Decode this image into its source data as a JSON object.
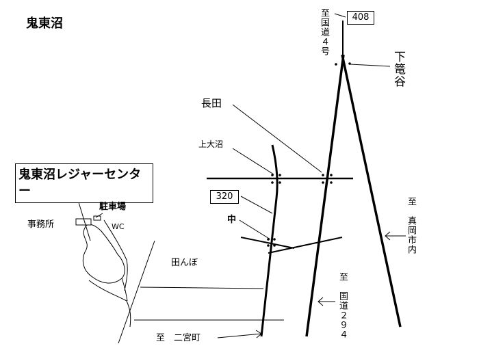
{
  "map": {
    "title": "鬼東沼",
    "leisure_center": "鬼東沼レジャーセンター",
    "parking": "駐車場",
    "office": "事務所",
    "wc": "WC",
    "rice_field": "田んぼ",
    "route_408_box": "408",
    "route_408_to": "至国道４号",
    "shimokamagai": "下篭谷",
    "nagata": "長田",
    "kamioonuma": "上大沼",
    "route_320_box": "320",
    "naka": "中",
    "to_moka": "至　真岡市内",
    "to_294": "至　国道２９４",
    "to_ninomiya": "至　二宮町"
  }
}
